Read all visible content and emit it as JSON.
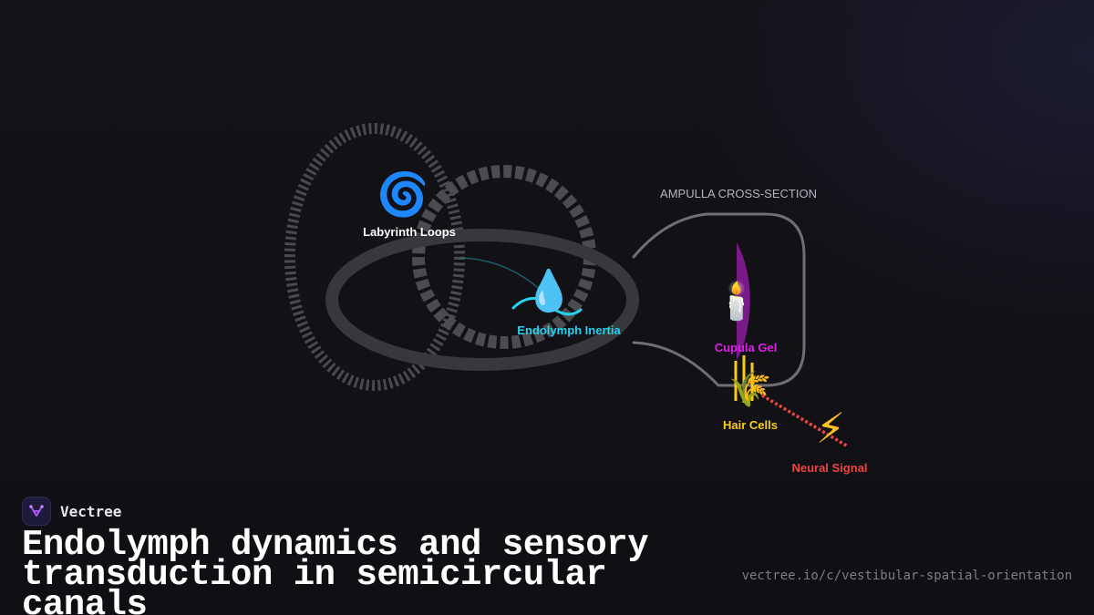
{
  "brand": {
    "name": "Vectree",
    "logo_icon": "vectree-fork-icon",
    "logo_color": "#a855f7"
  },
  "title": "Endolymph dynamics and sensory transduction in semicircular canals",
  "source_url": "vectree.io/c/vestibular-spatial-orientation",
  "diagram": {
    "labyrinth": {
      "icon": "cyclone-icon",
      "glyph": "🌀",
      "label": "Labyrinth Loops",
      "color": "#ffffff"
    },
    "endolymph": {
      "icon": "droplet-icon",
      "glyph": "💧",
      "label": "Endolymph Inertia",
      "color": "#22d3ee"
    },
    "ampulla": {
      "heading": "AMPULLA CROSS-SECTION",
      "heading_color": "#b4b4bc"
    },
    "cupula": {
      "icon": "candle-icon",
      "glyph": "🕯️",
      "label": "Cupula Gel",
      "color": "#e01ee8",
      "shape_color": "#7a1a8a"
    },
    "hair_cells": {
      "icon": "sheaf-of-rice-icon",
      "glyph": "🌾",
      "label": "Hair Cells",
      "color": "#facc15"
    },
    "neural_signal": {
      "icon": "high-voltage-icon",
      "glyph": "⚡",
      "label": "Neural Signal",
      "color": "#ef4444"
    }
  }
}
